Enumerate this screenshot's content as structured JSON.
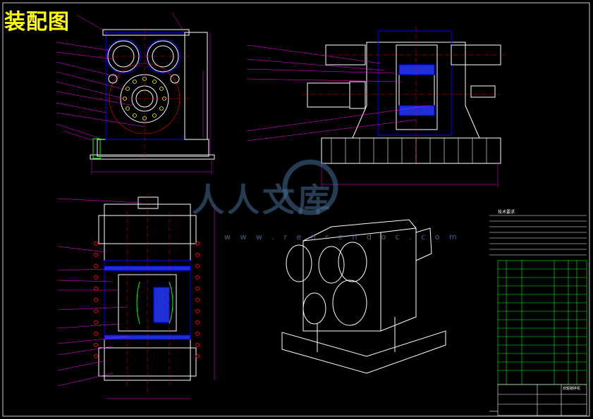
{
  "drawing": {
    "title": "装配图",
    "watermark_text": "人人文库",
    "watermark_url": "w w w . r e n r e n d o c . c o m",
    "notes_title": "技术要求",
    "title_block_name": "双辊破碎机",
    "colors": {
      "background": "#000000",
      "outline": "#ffffff",
      "hidden": "#0000ff",
      "leader": "#ff00ff",
      "centerline": "#ff0000",
      "dimension": "#00ff00",
      "title_text": "#ffff00",
      "accent": "#00ffff"
    }
  }
}
